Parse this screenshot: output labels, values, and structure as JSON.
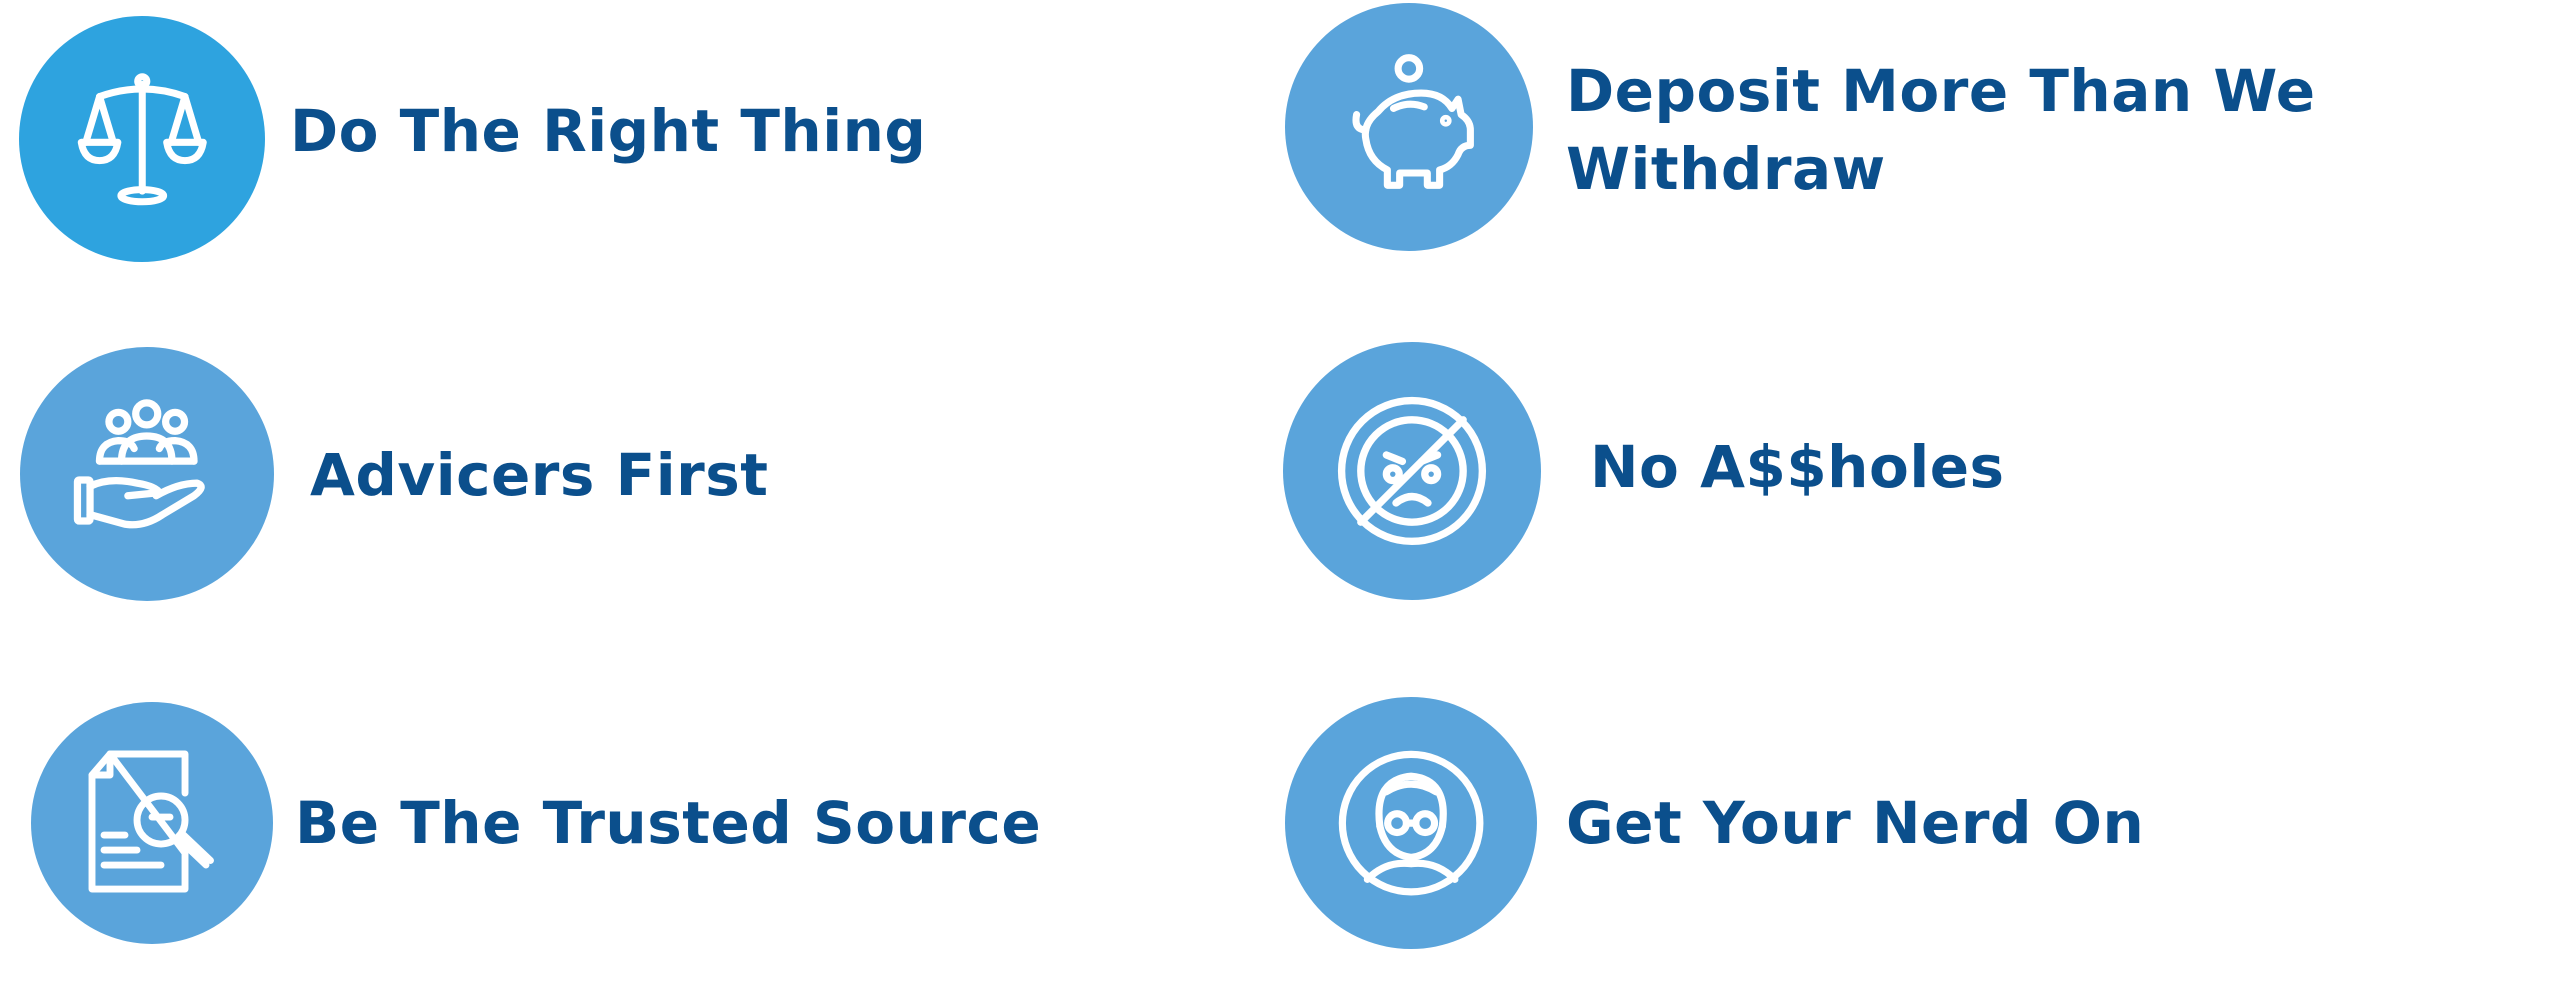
{
  "values": [
    {
      "label": "Do The Right Thing",
      "icon": "balance-scale-icon",
      "color": "#2ea3df"
    },
    {
      "label": "Deposit More Than We Withdraw",
      "icon": "piggy-bank-icon",
      "color": "#5aa4db"
    },
    {
      "label": "Advicers First",
      "icon": "people-in-hand-icon",
      "color": "#5aa4db"
    },
    {
      "label": "No A$$holes",
      "icon": "no-angry-face-icon",
      "color": "#5aa4db"
    },
    {
      "label": "Be The Trusted Source",
      "icon": "document-magnifier-icon",
      "color": "#5aa4db"
    },
    {
      "label": "Get Your Nerd On",
      "icon": "nerd-face-icon",
      "color": "#5aa4db"
    }
  ],
  "text_color": "#0b4f8c"
}
